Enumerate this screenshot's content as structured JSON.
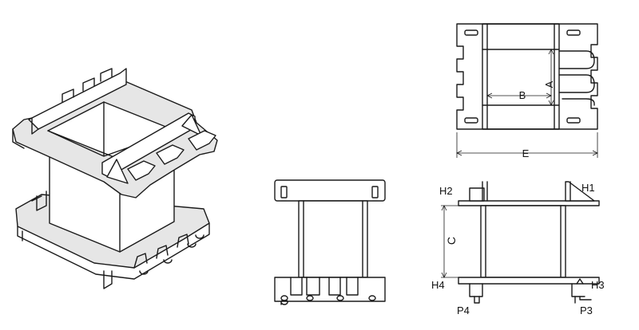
{
  "labels": {
    "a": "A",
    "b": "B",
    "c": "C",
    "e": "E",
    "h1": "H1",
    "h2": "H2",
    "h3": "H3",
    "h4": "H4",
    "p3": "P3",
    "p4": "P4"
  }
}
